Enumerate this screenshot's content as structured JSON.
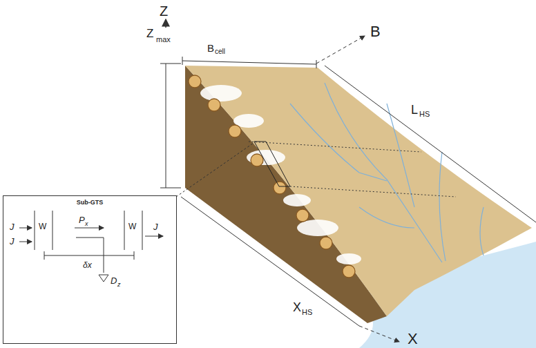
{
  "diagram": {
    "nodes": [
      {
        "text": [
          "Sub-GTS"
        ]
      }
    ],
    "labels": [
      "Z",
      "Z",
      "max",
      "B",
      "cell",
      "B",
      "L",
      "HS",
      "X",
      "HS",
      "X",
      "J",
      "J",
      "W",
      "P",
      "x",
      "W",
      "J",
      "δx",
      "D",
      "z"
    ]
  }
}
